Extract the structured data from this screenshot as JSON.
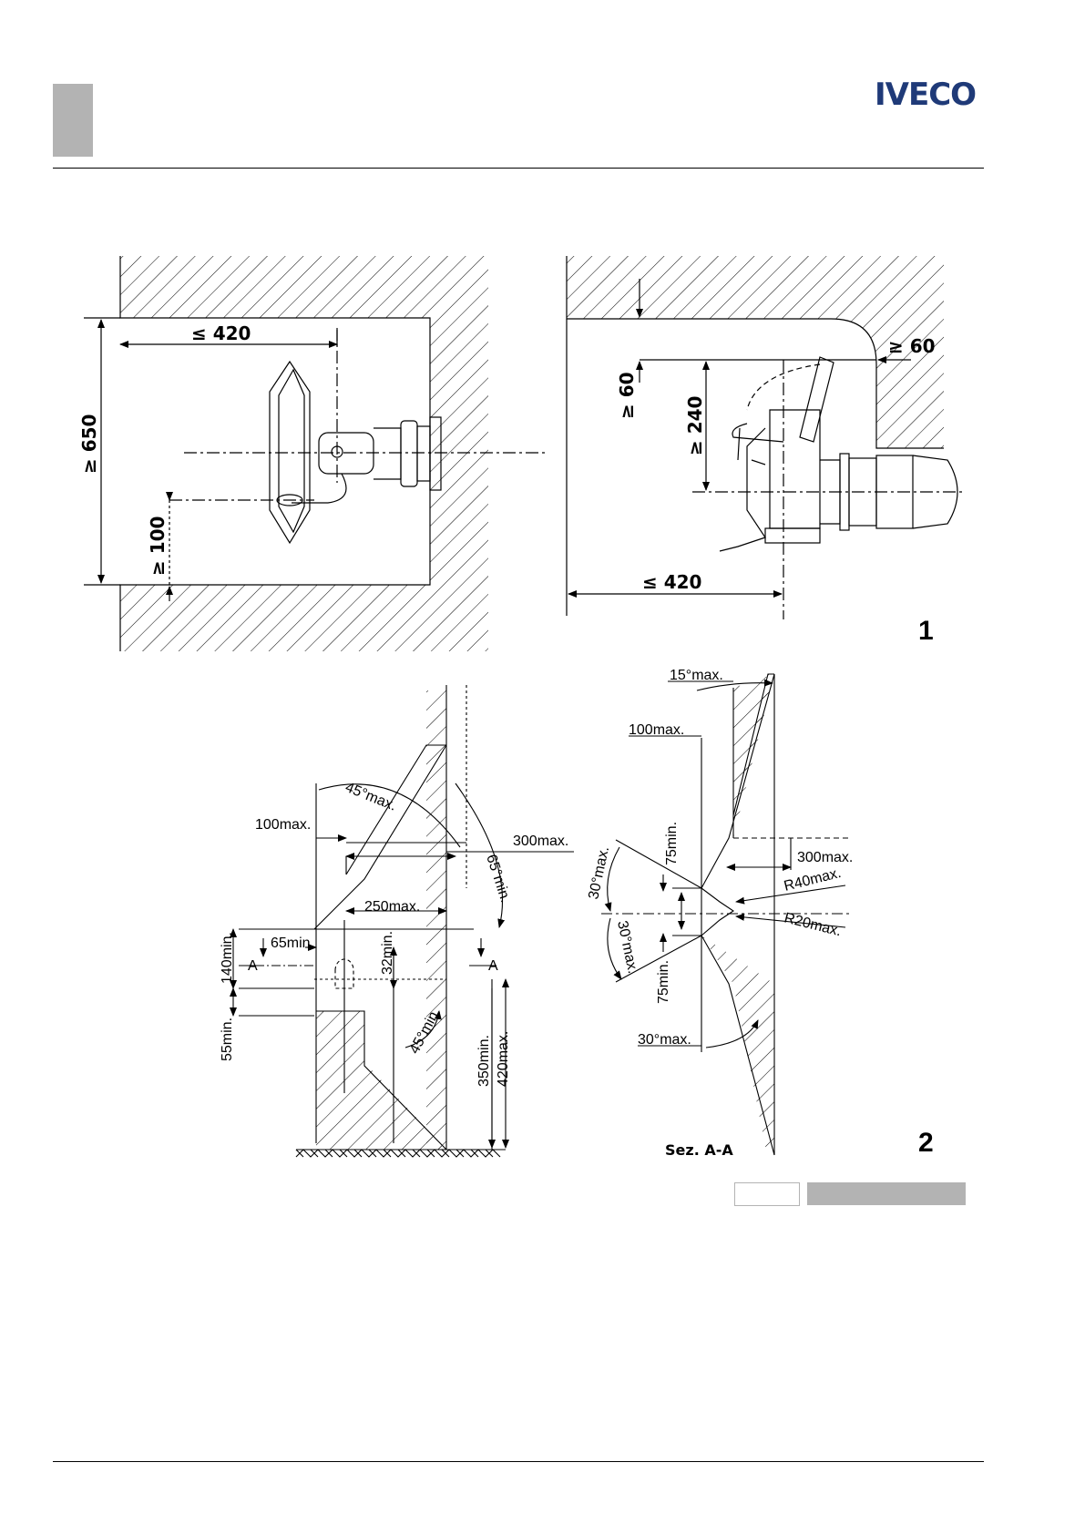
{
  "header": {
    "brand": "IVECO",
    "brand_color": "#1f3a78"
  },
  "figure1": {
    "number": "1",
    "left_view": {
      "dim_width": "≤ 420",
      "dim_height": "≥ 650",
      "dim_bottom": "≥ 100"
    },
    "right_view": {
      "dim_top": "≥ 60",
      "dim_side": "≥ 60",
      "dim_height": "≥ 240",
      "dim_width": "≤ 420"
    }
  },
  "figure2": {
    "number": "2",
    "left_view": {
      "angle_top": "45°max.",
      "dim_100": "100max.",
      "dim_300": "300max.",
      "angle_65": "65°min.",
      "dim_250": "250max.",
      "dim_65": "65min.",
      "dim_140": "140min.",
      "dim_32": "32min.",
      "section_left": "A",
      "section_right": "A",
      "angle_45": "45°min.",
      "dim_55": "55min.",
      "dim_350": "350min.",
      "dim_420": "420max."
    },
    "right_view": {
      "angle_15": "15°max.",
      "dim_100": "100max.",
      "dim_75_top": "75min.",
      "dim_300": "300max.",
      "radius_40": "R40max.",
      "angle_30_top": "30°max.",
      "angle_30_mid": "30°max.",
      "radius_20": "R20max.",
      "dim_75_bottom": "75min.",
      "angle_30_bottom": "30°max.",
      "section_label": "Sez.  A-A"
    }
  },
  "footer": {}
}
